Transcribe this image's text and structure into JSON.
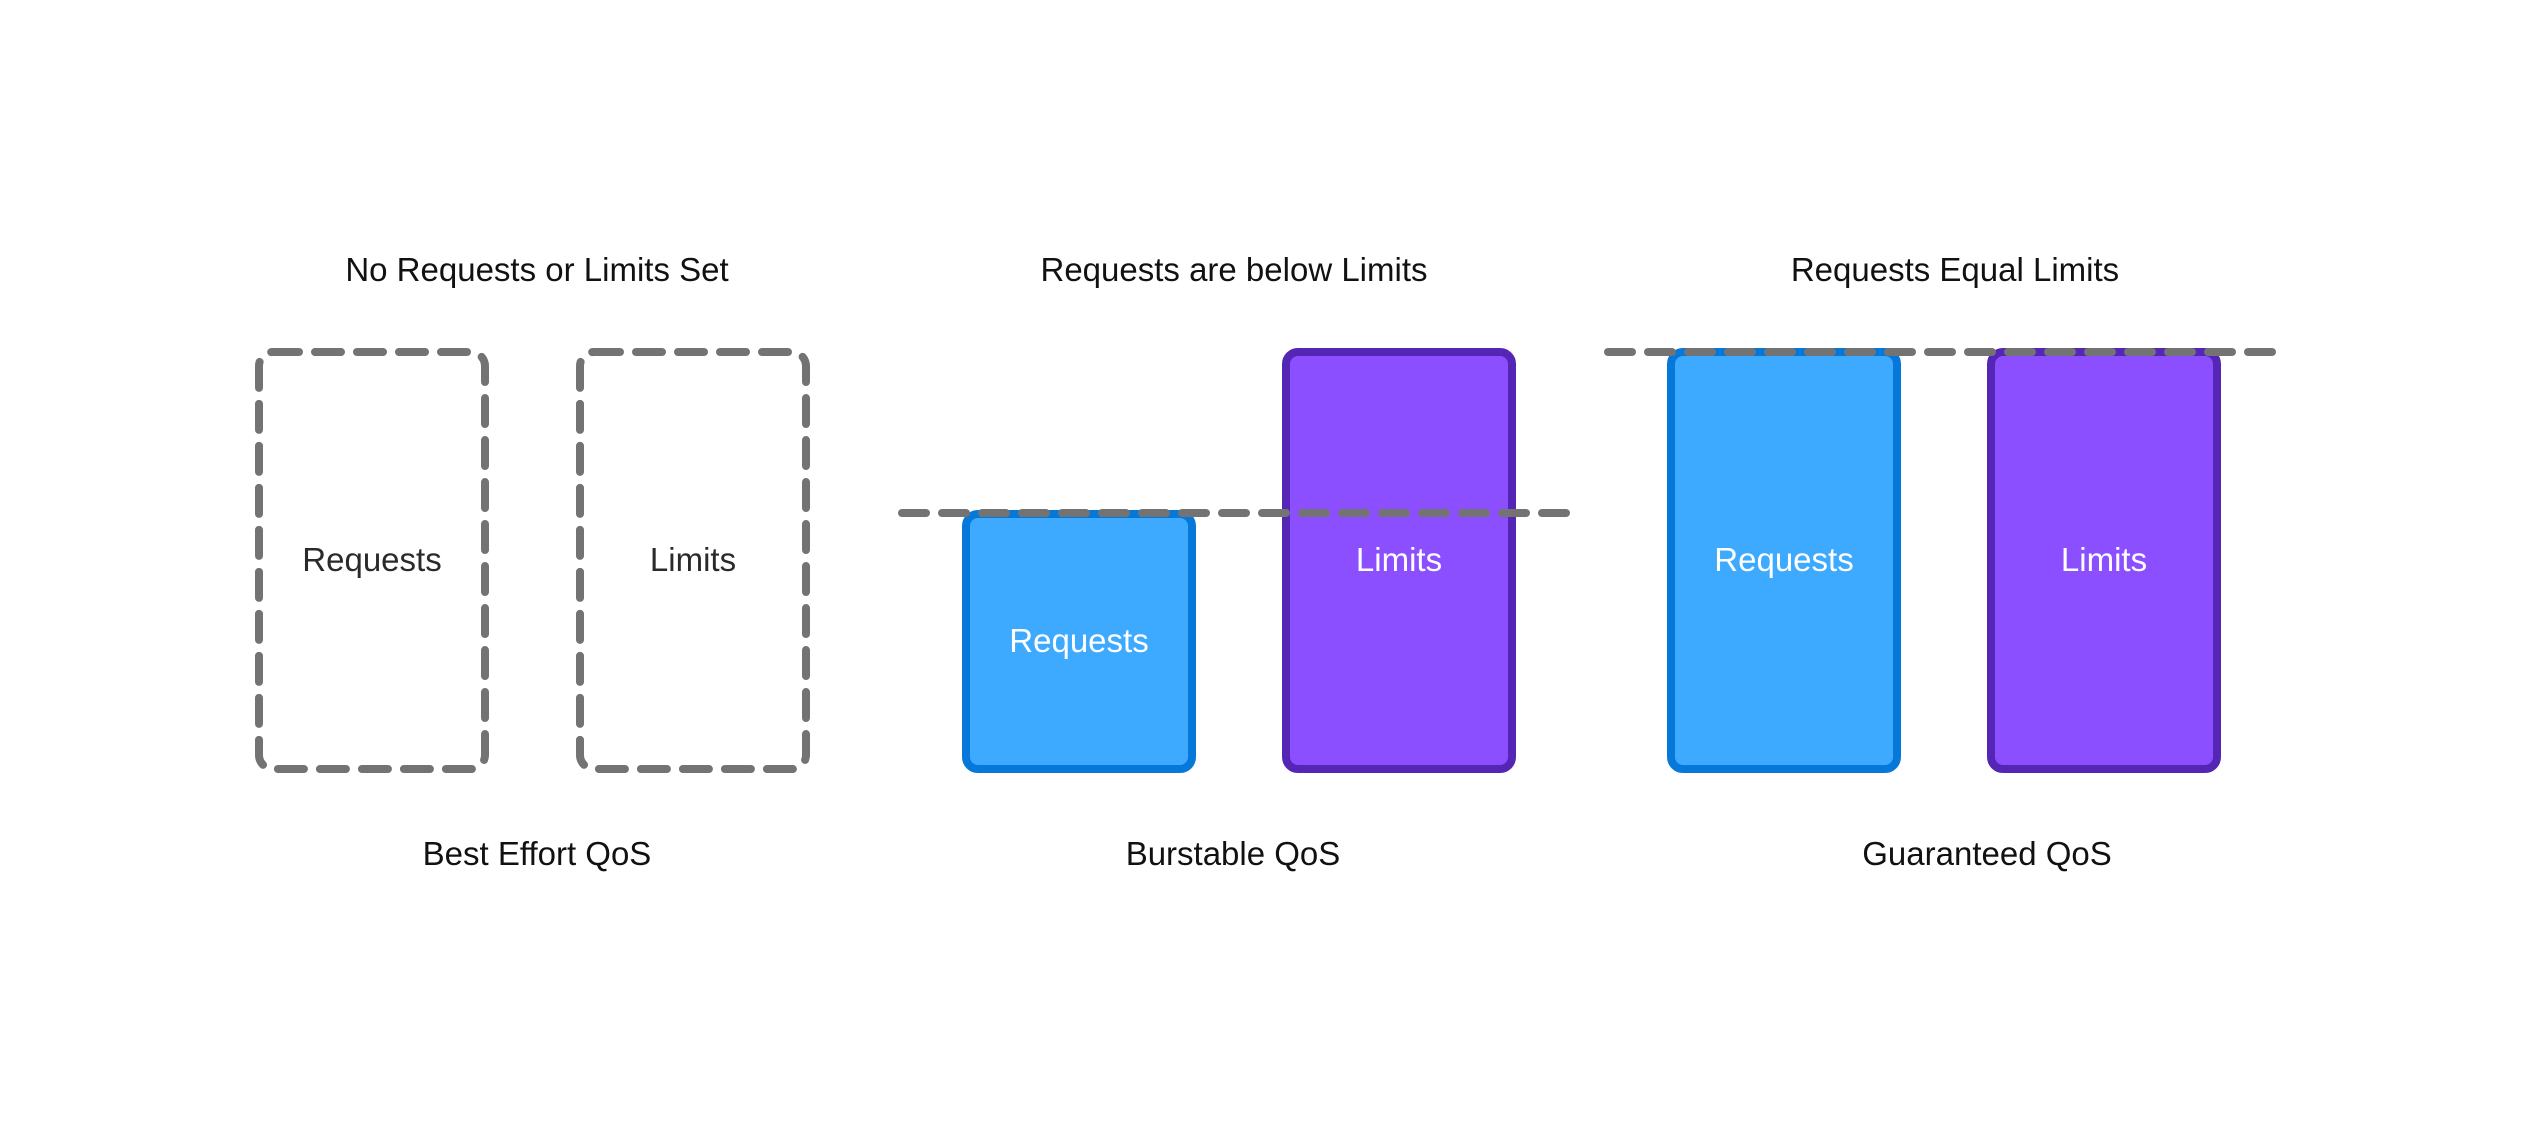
{
  "colors": {
    "dashed_stroke": "#737373",
    "requests_fill": "#3DAAFF",
    "requests_border": "#0678D9",
    "limits_fill": "#8B4FFF",
    "limits_border": "#5526B5",
    "text": "#111111"
  },
  "panels": [
    {
      "id": "best-effort",
      "title": "No Requests or Limits Set",
      "caption": "Best Effort QoS",
      "requests_label": "Requests",
      "limits_label": "Limits"
    },
    {
      "id": "burstable",
      "title": "Requests are below Limits",
      "caption": "Burstable QoS",
      "requests_label": "Requests",
      "limits_label": "Limits"
    },
    {
      "id": "guaranteed",
      "title": "Requests Equal Limits",
      "caption": "Guaranteed QoS",
      "requests_label": "Requests",
      "limits_label": "Limits"
    }
  ]
}
